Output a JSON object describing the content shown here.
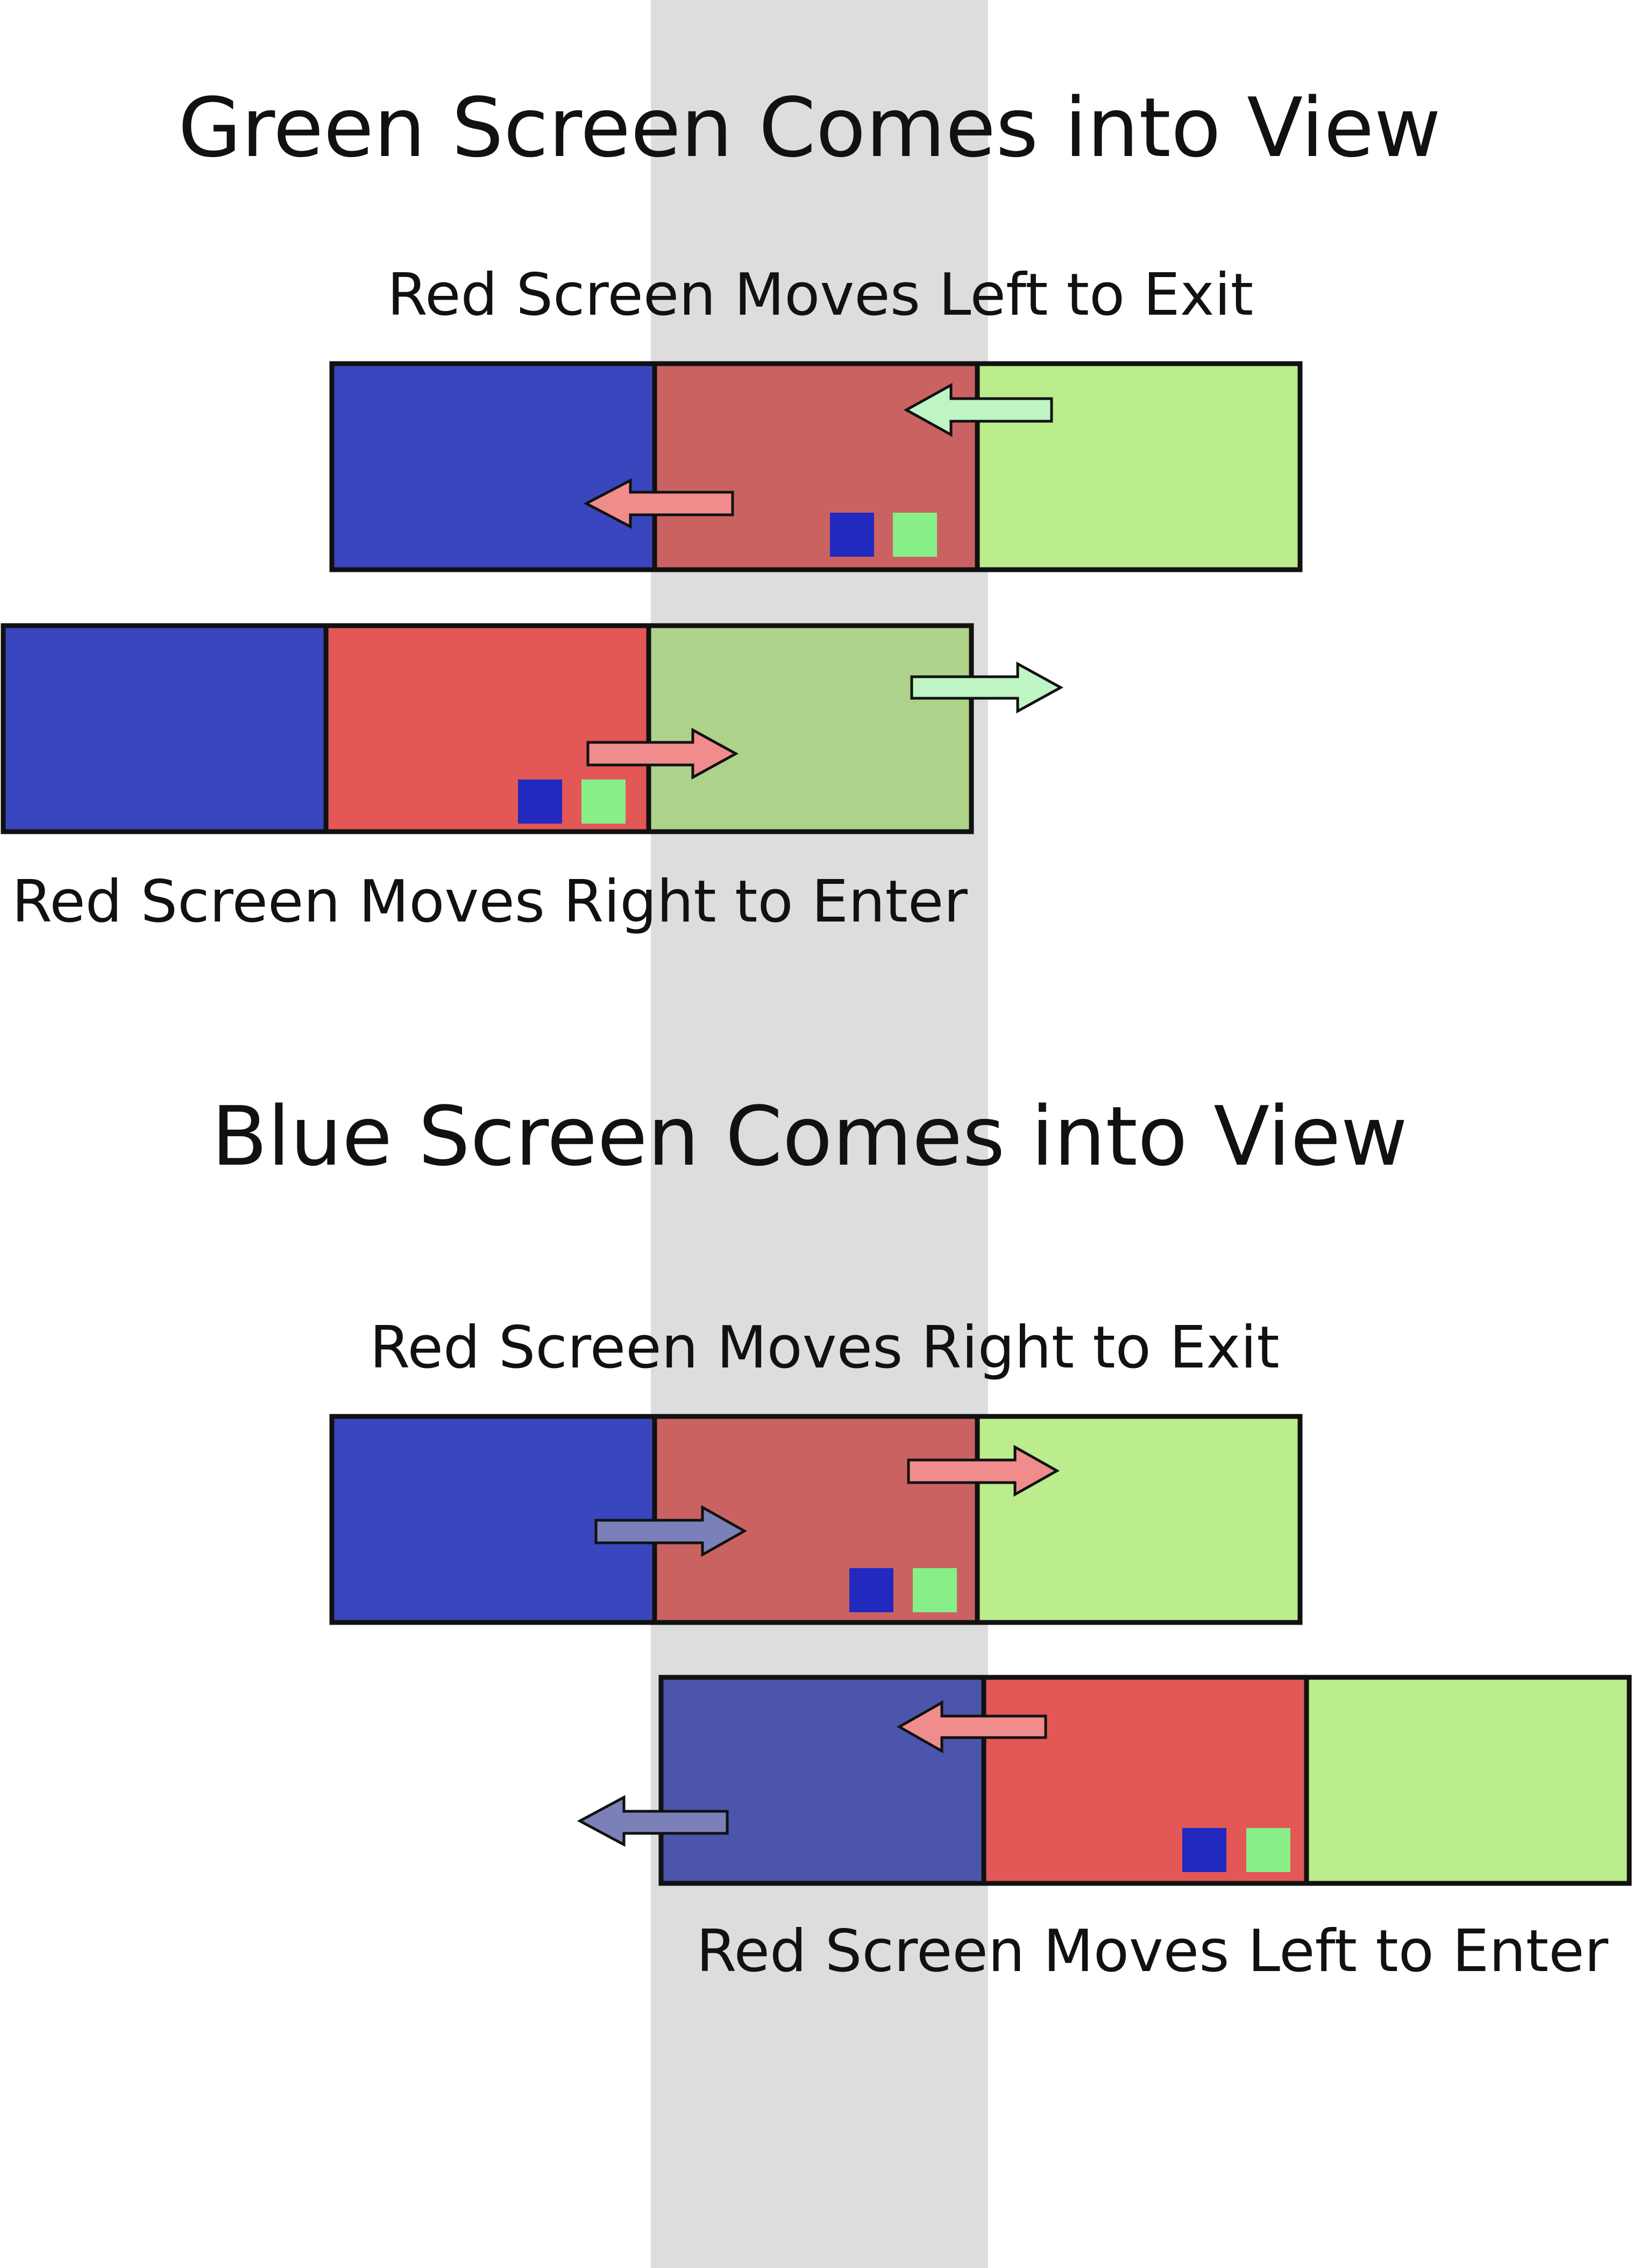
{
  "colors": {
    "viewport_band": "#dddddd",
    "outline": "#111111",
    "blue": "#3a46bd",
    "red": "#e35757",
    "green": "#bbed8c",
    "green_in_view": "#add28a",
    "red_in_view": "#cb6262",
    "blue_in_view": "#4b55ab",
    "arrow_green": "#bff5c5",
    "arrow_red": "#f08c8c",
    "arrow_blue": "#7c80b8",
    "marker_blue": "#2229be",
    "marker_green": "#88ee88"
  },
  "sections": [
    {
      "title": "Green Screen Comes into View",
      "top_caption": "Red Screen Moves Left to Exit",
      "bottom_caption": "Red Screen Moves Right to Enter"
    },
    {
      "title": "Blue Screen Comes into View",
      "top_caption": "Red Screen Moves Right to Exit",
      "bottom_caption": "Red Screen Moves Left to Enter"
    }
  ]
}
